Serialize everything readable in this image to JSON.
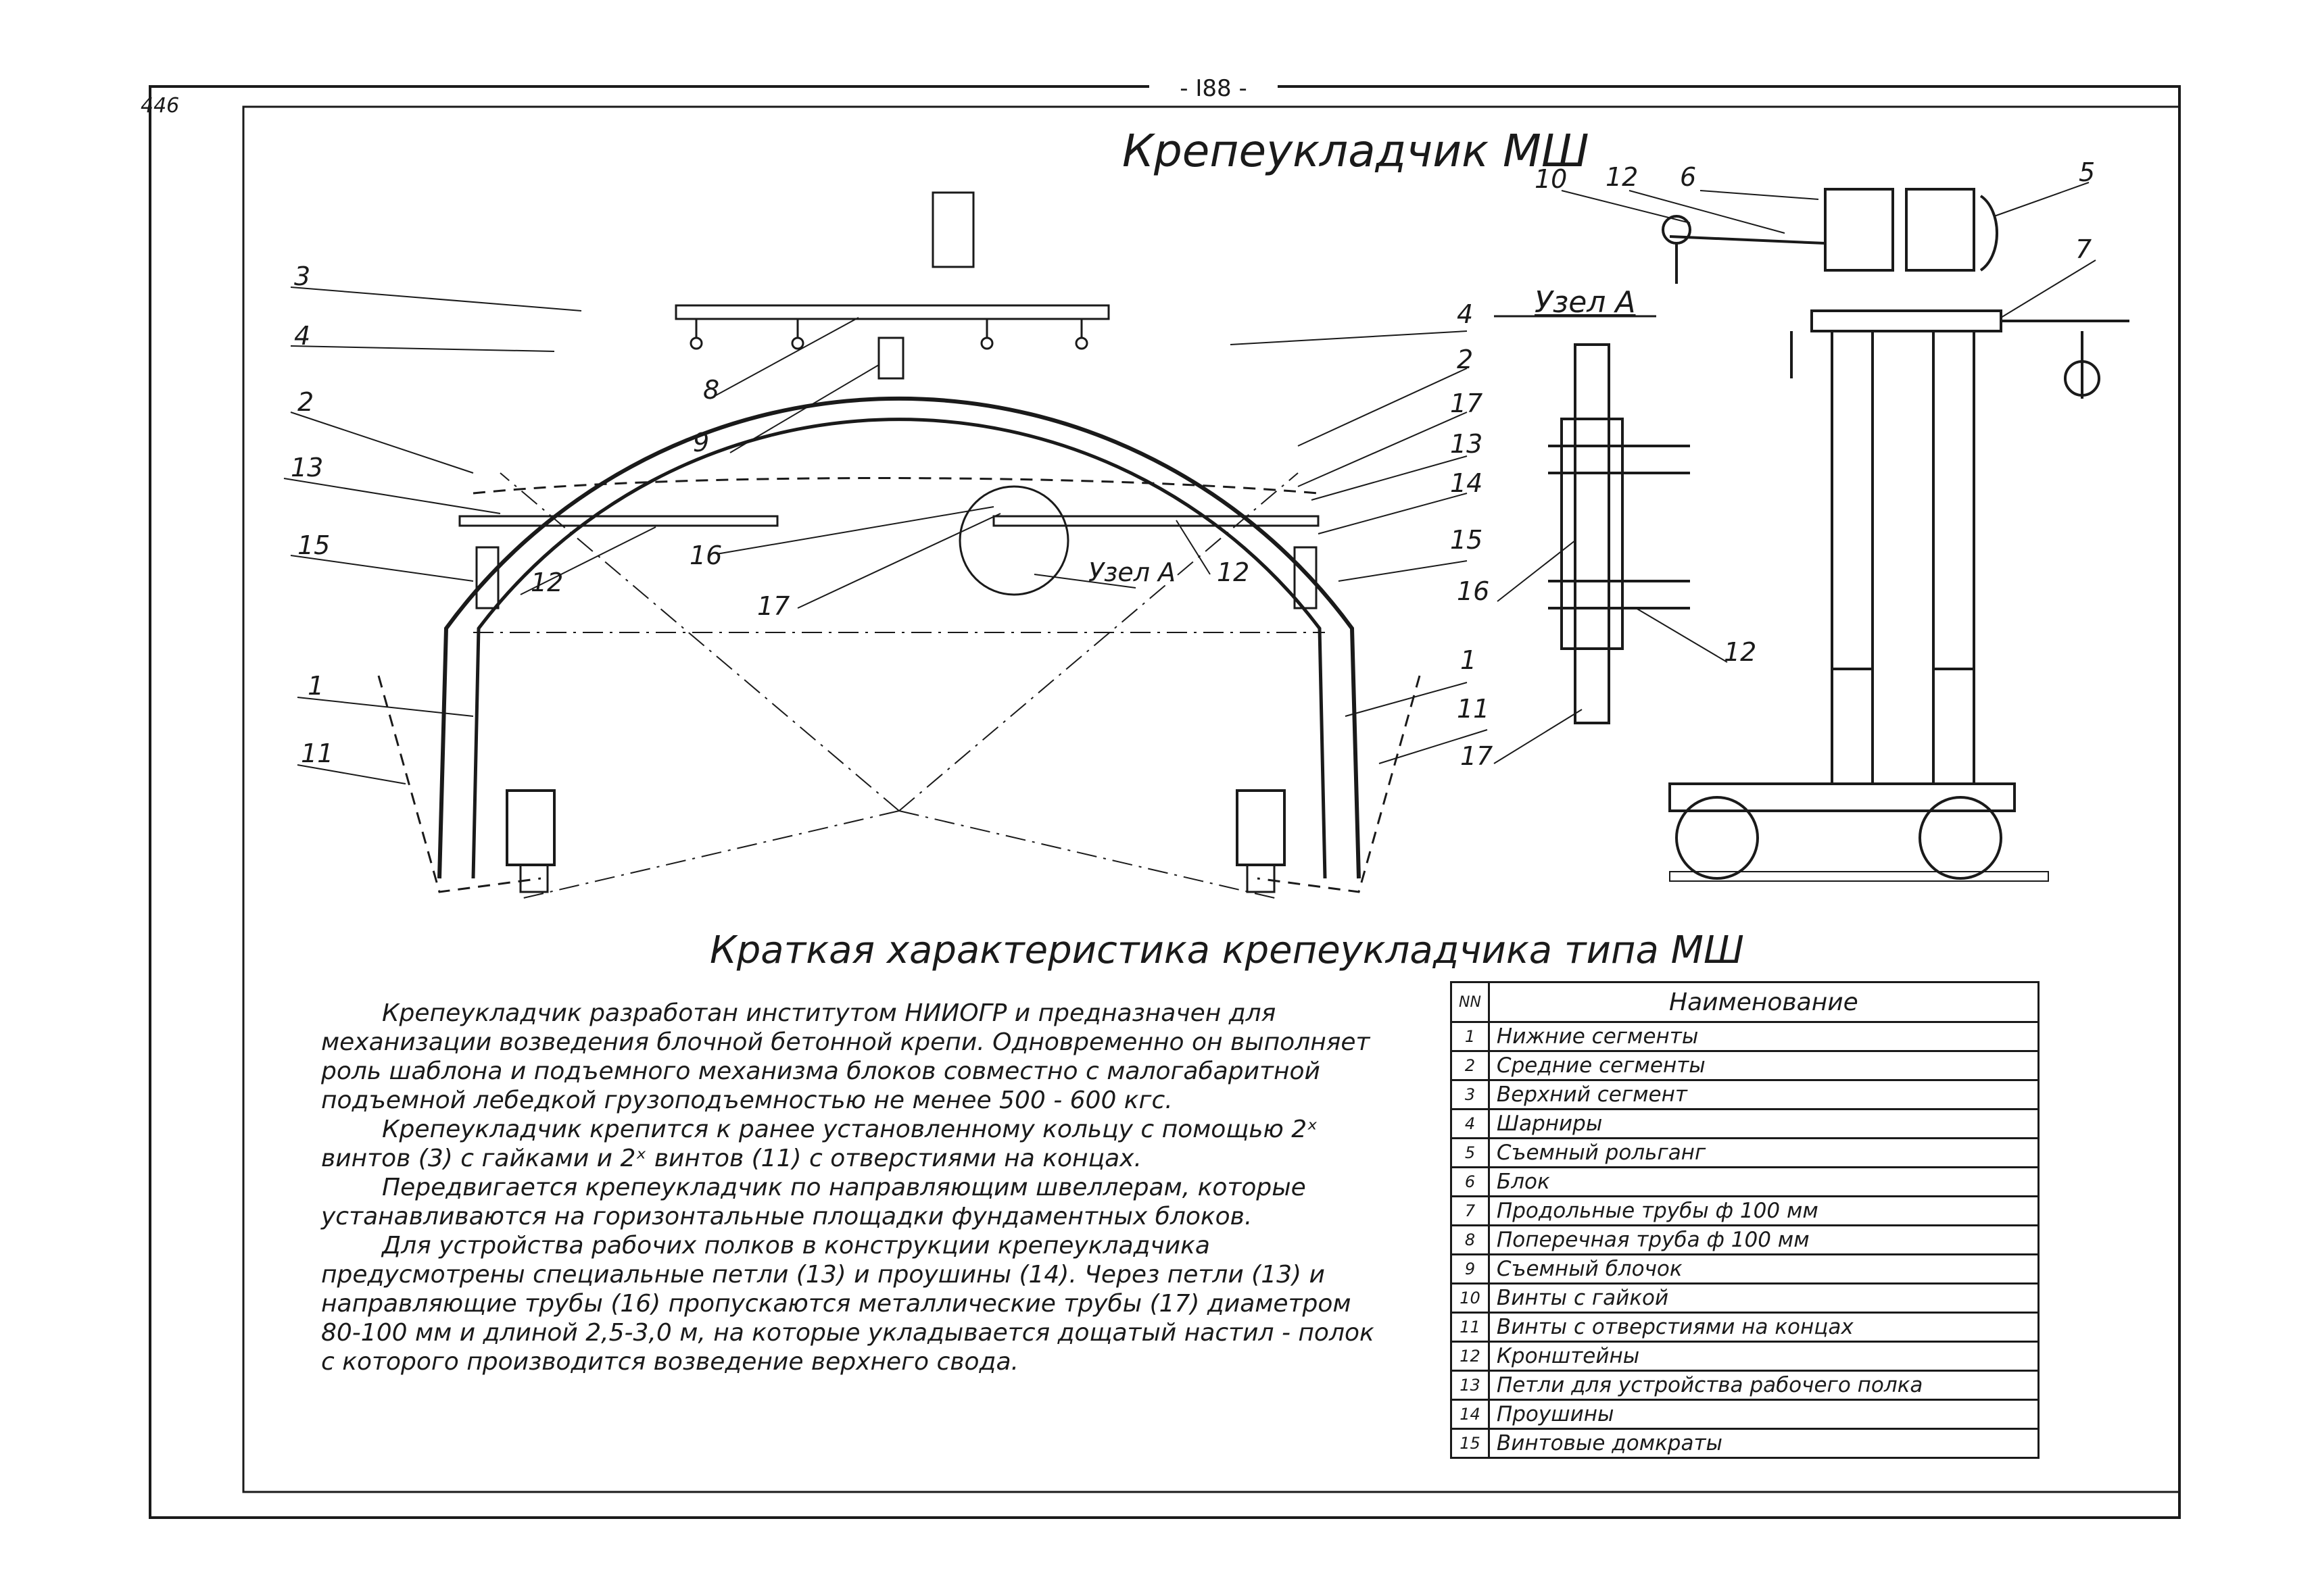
{
  "page": {
    "corner_number": "446",
    "page_number": "- I88 -"
  },
  "drawing": {
    "title": "Крепеукладчик МШ",
    "detail_title": "Узел А",
    "circle_label": "Узел А",
    "callouts_left": [
      "3",
      "4",
      "2",
      "13",
      "15",
      "1",
      "11",
      "12",
      "8",
      "9",
      "16",
      "17"
    ],
    "callouts_right": [
      "4",
      "2",
      "17",
      "13",
      "14",
      "15",
      "1",
      "11",
      "12"
    ],
    "callouts_detail": [
      "16",
      "12",
      "17"
    ],
    "callouts_side": [
      "10",
      "12",
      "6",
      "5",
      "7"
    ]
  },
  "section": {
    "heading": "Краткая характеристика крепеукладчика типа МШ"
  },
  "description": {
    "paragraphs": [
      "Крепеукладчик разработан институтом НИИОГР и предназначен для механизации возведения блочной бетонной крепи. Одновременно он выполняет роль шаблона и подъемного механизма блоков совместно с малогабаритной подъемной лебедкой грузоподъемностью не менее 500 - 600 кгс.",
      "Крепеукладчик крепится к ранее установленному кольцу с помощью 2ˣ винтов (3) с гайками и 2ˣ винтов (11) с отверстиями на концах.",
      "Передвигается крепеукладчик по направляющим швеллерам, которые устанавливаются на горизонтальные площадки фундаментных блоков.",
      "Для устройства рабочих полков в конструкции крепеукладчика предусмотрены специальные петли (13) и проушины (14). Через петли (13) и направляющие трубы (16) пропускаются металлические трубы (17) диаметром 80-100 мм и длиной 2,5-3,0 м, на которые укладывается дощатый настил - полок с которого производится возведение верхнего свода."
    ]
  },
  "legend": {
    "col_no": "NN",
    "col_name": "Наименование",
    "rows": [
      {
        "n": "1",
        "name": "Нижние сегменты"
      },
      {
        "n": "2",
        "name": "Средние сегменты"
      },
      {
        "n": "3",
        "name": "Верхний сегмент"
      },
      {
        "n": "4",
        "name": "Шарниры"
      },
      {
        "n": "5",
        "name": "Съемный рольганг"
      },
      {
        "n": "6",
        "name": "Блок"
      },
      {
        "n": "7",
        "name": "Продольные трубы ф 100 мм"
      },
      {
        "n": "8",
        "name": "Поперечная труба ф 100 мм"
      },
      {
        "n": "9",
        "name": "Съемный блочок"
      },
      {
        "n": "10",
        "name": "Винты с гайкой"
      },
      {
        "n": "11",
        "name": "Винты с отверстиями на концах"
      },
      {
        "n": "12",
        "name": "Кронштейны"
      },
      {
        "n": "13",
        "name": "Петли для устройства рабочего полка"
      },
      {
        "n": "14",
        "name": "Проушины"
      },
      {
        "n": "15",
        "name": "Винтовые домкраты"
      }
    ]
  }
}
